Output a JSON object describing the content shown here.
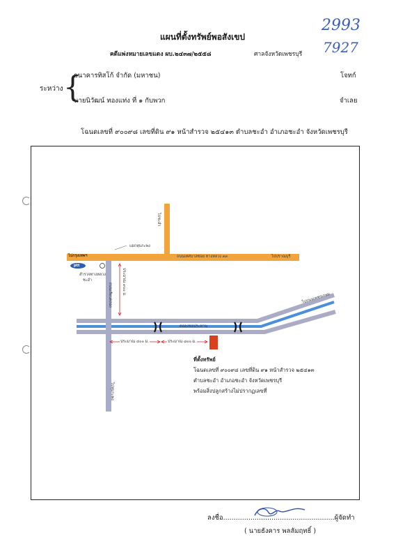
{
  "header": {
    "title": "แผนที่ตั้งทรัพย์พอสังเขป",
    "case_line": "คดีแพ่งหมายเลขแดง ผบ.๒๔๓๗/๒๕๕๘",
    "court": "ศาลจังหวัดเพชรบุรี",
    "handwritten_1": "2993",
    "handwritten_2": "7927"
  },
  "parties": {
    "between_label": "ระหว่าง",
    "plaintiff": "ธนาคารทิสโก้ จำกัด (มหาชน)",
    "plaintiff_role": "โจทก์",
    "defendant": "นายนิวัฒน์ ทองแท่ง  ที่ ๑ กับพวก",
    "defendant_role": "จำเลย"
  },
  "deed_line": "โฉนดเลขที่ ๙๐๐๙๘ เลขที่ดิน ๙๑ หน้าสำรวจ ๒๕๔๑๓ ตำบลชะอำ อำเภอชะอำ จังหวัดเพชรบุรี",
  "map": {
    "road_main": "ถนนเทศบาลซอย ทางหลวง ๓๓",
    "to_bangkok": "ไปกรุงเทพฯ",
    "to_pranburi": "ไปปราณบุรี",
    "to_chaam_north": "ไปชะอำ",
    "to_south": "ไปหุบกะพง",
    "to_right_canal": "ไปถนนเพชรเกษม",
    "station_label": "แยกหุบกะพง",
    "police_label": "สำรวจทางหลวง",
    "police_label2": "ชะอำ",
    "ptt_label": "ptt",
    "side_road": "ถนนเลียบคลอง",
    "canal": "คลองชลประทาน",
    "dist_vertical": "ประมาณ ๙๐๐ ม.",
    "dist_left": "ประมาณ ๔๐๐ ม.",
    "dist_right": "ประมาณ ๘๐๐ ม.",
    "property": {
      "title": "ที่ตั้งทรัพย์",
      "line1": "โฉนดเลขที่ ๙๐๐๙๘ เลขที่ดิน ๙๑ หน้าสำรวจ ๒๕๔๑๓",
      "line2": "ตำบลชะอำ อำเภอชะอำ จังหวัดเพชรบุรี",
      "line3": "พร้อมสิ่งปลูกสร้างไม่ปรากฏเลขที่",
      "marker_color": "#d9401e"
    },
    "colors": {
      "main_road": "#f2a53d",
      "canal_blue": "#4a8fd8",
      "canal_gray": "#a9acc4",
      "side_road": "#a8acc8",
      "distance_red": "#d22222"
    }
  },
  "signature": {
    "line": "ลงชื่อ.....................................................ผู้จัดทำ",
    "name": "( นายธังคาร พลลัมฤทธิ์ )"
  }
}
